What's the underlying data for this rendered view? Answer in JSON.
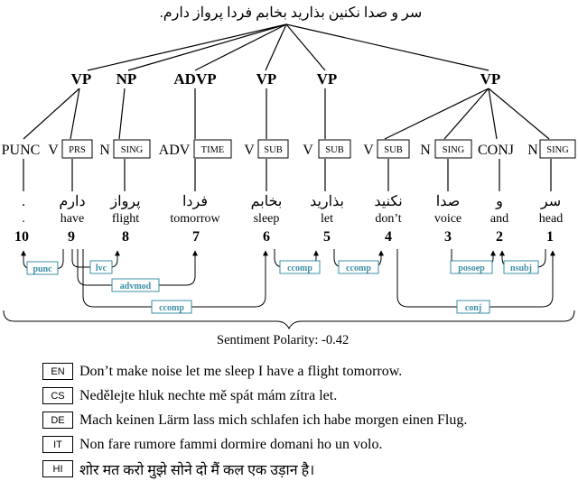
{
  "sentence": "سر و صدا نکنین بذارید بخابم فردا پرواز دارم.",
  "phrases": [
    {
      "id": "vp1",
      "label": "VP"
    },
    {
      "id": "np",
      "label": "NP"
    },
    {
      "id": "advp",
      "label": "ADVP"
    },
    {
      "id": "vp2",
      "label": "VP"
    },
    {
      "id": "vp3",
      "label": "VP"
    },
    {
      "id": "vp4",
      "label": "VP"
    }
  ],
  "tokens": [
    {
      "index": "10",
      "pos": "PUNC",
      "tag": "",
      "word": ".",
      "gloss": "."
    },
    {
      "index": "9",
      "pos": "V",
      "tag": "PRS",
      "word": "دارم",
      "gloss": "have"
    },
    {
      "index": "8",
      "pos": "N",
      "tag": "SING",
      "word": "پرواز",
      "gloss": "flight"
    },
    {
      "index": "7",
      "pos": "ADV",
      "tag": "TIME",
      "word": "فردا",
      "gloss": "tomorrow"
    },
    {
      "index": "6",
      "pos": "V",
      "tag": "SUB",
      "word": "بخابم",
      "gloss": "sleep"
    },
    {
      "index": "5",
      "pos": "V",
      "tag": "SUB",
      "word": "بذارید",
      "gloss": "let"
    },
    {
      "index": "4",
      "pos": "V",
      "tag": "SUB",
      "word": "نکنید",
      "gloss": "don’t"
    },
    {
      "index": "3",
      "pos": "N",
      "tag": "SING",
      "word": "صدا",
      "gloss": "voice"
    },
    {
      "index": "2",
      "pos": "CONJ",
      "tag": "",
      "word": "و",
      "gloss": "and"
    },
    {
      "index": "1",
      "pos": "N",
      "tag": "SING",
      "word": "سر",
      "gloss": "head"
    }
  ],
  "dependencies": [
    {
      "label": "punc",
      "from": "9",
      "to": "10"
    },
    {
      "label": "lvc",
      "from": "9",
      "to": "8"
    },
    {
      "label": "advmod",
      "from": "9",
      "to": "7"
    },
    {
      "label": "ccomp",
      "from": "9",
      "to": "6"
    },
    {
      "label": "ccomp",
      "from": "6",
      "to": "5"
    },
    {
      "label": "ccomp",
      "from": "5",
      "to": "4"
    },
    {
      "label": "posoep",
      "from": "3",
      "to": "2"
    },
    {
      "label": "nsubj",
      "from": "1",
      "to": "2"
    },
    {
      "label": "conj",
      "from": "4",
      "to": "1"
    }
  ],
  "sentiment": {
    "label": "Sentiment Polarity:",
    "value": "-0.42"
  },
  "translations": [
    {
      "code": "EN",
      "text": "Don’t make noise let me sleep I have a flight tomorrow."
    },
    {
      "code": "CS",
      "text": "Nedělejte hluk nechte mě spát mám zítra let."
    },
    {
      "code": "DE",
      "text": "Mach keinen Lärm lass mich schlafen ich habe morgen einen Flug."
    },
    {
      "code": "IT",
      "text": "Non fare rumore fammi dormire domani ho un volo."
    },
    {
      "code": "HI",
      "text": "शोर मत करो मुझे सोने दो मैं कल एक उड़ान है।"
    }
  ]
}
